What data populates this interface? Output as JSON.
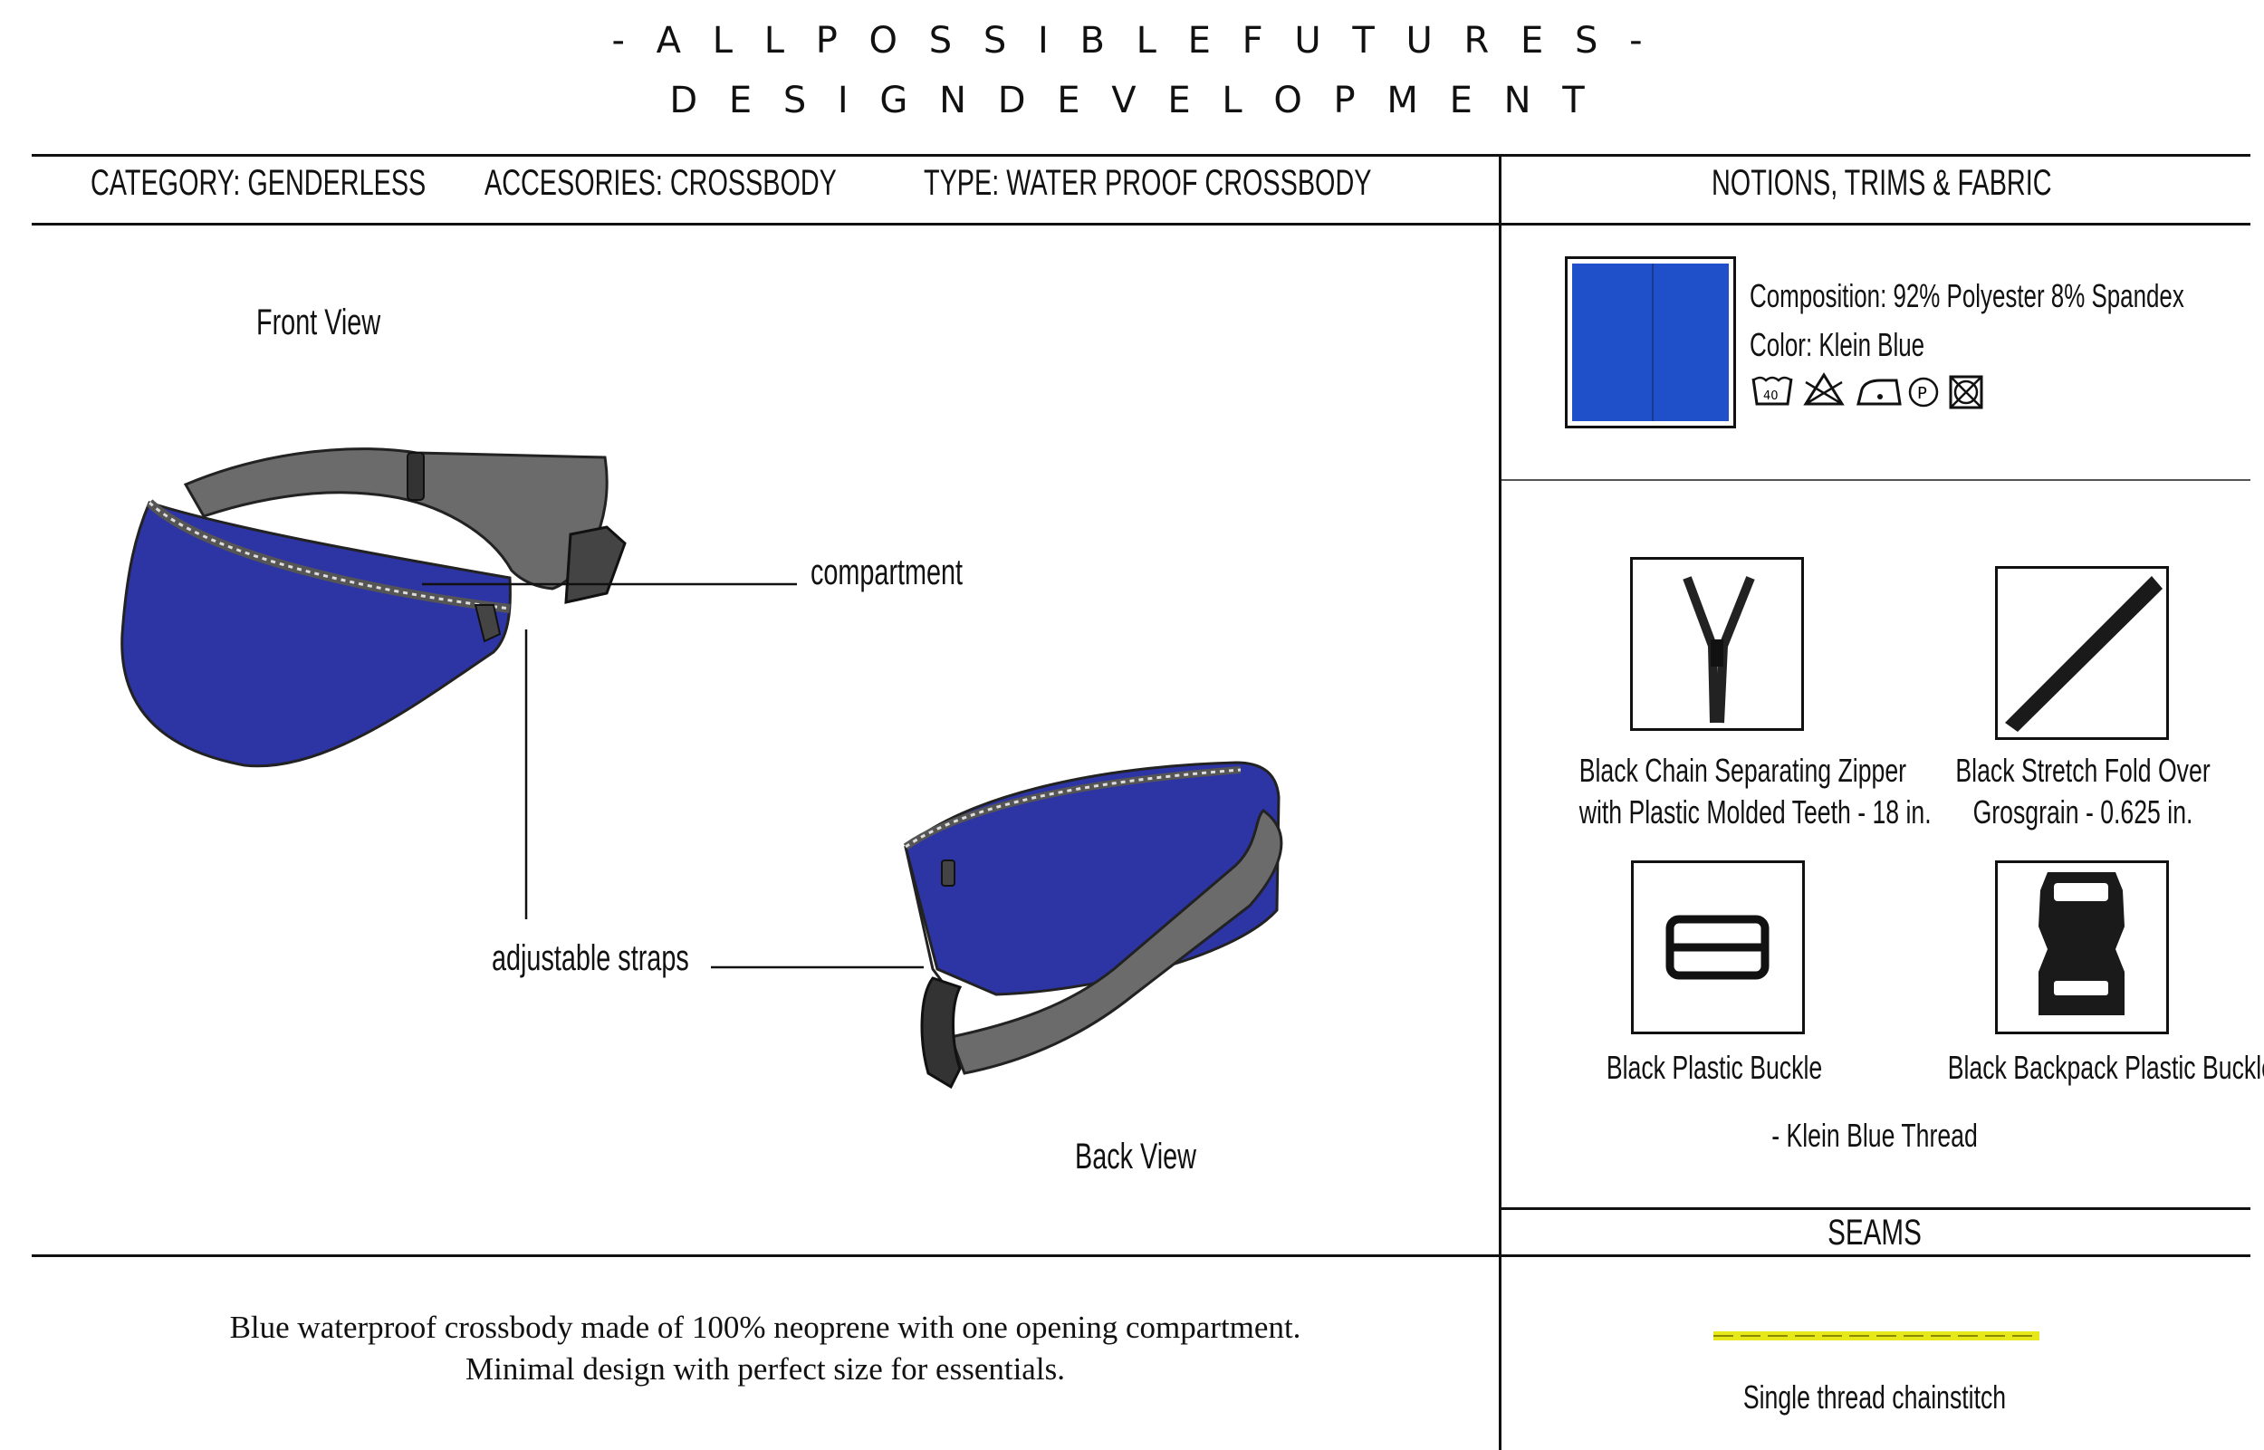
{
  "header": {
    "line1": "- A L L   P O S S I B L E   F U T U R E S -",
    "line2": "D E S I G N   D E V E L O P M E N T"
  },
  "info": {
    "category": "CATEGORY: GENDERLESS",
    "accessories": "ACCESORIES: CROSSBODY",
    "type": "TYPE: WATER PROOF CROSSBODY",
    "notions_title": "NOTIONS, TRIMS & FABRIC"
  },
  "views": {
    "front": "Front View",
    "back": "Back View",
    "compartment": "compartment",
    "straps": "adjustable straps"
  },
  "fabric": {
    "composition": "Composition: 92% Polyester 8% Spandex",
    "color": "Color:  Klein Blue",
    "swatch_color": "#1f4fc9",
    "care_icons": [
      "wash-40-icon",
      "no-bleach-icon",
      "iron-low-icon",
      "dry-clean-p-icon",
      "no-tumble-dry-icon"
    ],
    "wash_temp": "40",
    "dry_clean_letter": "P"
  },
  "trims": [
    {
      "line1": "Black Chain Separating Zipper",
      "line2": "with Plastic Molded Teeth - 18 in.",
      "icon": "zipper-icon"
    },
    {
      "line1": "Black Stretch Fold Over",
      "line2": "Grosgrain - 0.625 in.",
      "icon": "grosgrain-icon"
    },
    {
      "line1": "Black Plastic Buckle",
      "icon": "slider-buckle-icon"
    },
    {
      "line1": "Black Backpack Plastic Buckle",
      "icon": "backpack-buckle-icon"
    }
  ],
  "thread": "- Klein Blue Thread",
  "seams": {
    "title": "SEAMS",
    "label": "Single thread chainstitch"
  },
  "description": {
    "line1": "Blue waterproof crossbody made of 100% neoprene with one opening compartment.",
    "line2": "Minimal design with perfect size for essentials."
  },
  "colors": {
    "bag_blue": "#2d34a3",
    "strap_gray": "#6b6b6b",
    "stitch_yellow": "#e6e81a"
  }
}
